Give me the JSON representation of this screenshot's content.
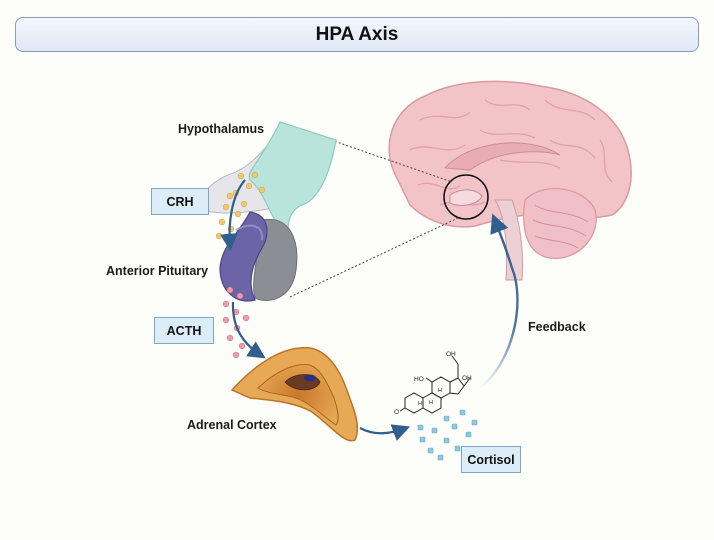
{
  "title": "HPA Axis",
  "labels": {
    "hypothalamus": "Hypothalamus",
    "anterior_pituitary": "Anterior Pituitary",
    "adrenal_cortex": "Adrenal Cortex",
    "feedback": "Feedback"
  },
  "hormones": {
    "crh": "CRH",
    "acth": "ACTH",
    "cortisol": "Cortisol"
  },
  "molecule_labels": {
    "oh1": "OH",
    "oh2": "OH",
    "oh3": "HO",
    "o": "O",
    "h1": "H",
    "h2": "H",
    "h3": "H"
  },
  "colors": {
    "arrow": "#2f5f8e",
    "hypothalamus_fill": "#b9e4dc",
    "pituitary": "#6d64a8",
    "adrenal": "#d9943f",
    "brain": "#f2c4c8",
    "crh_dots": "#efc870",
    "acth_dots": "#ef9aaa",
    "cortisol_dots": "#8ec7e0"
  }
}
